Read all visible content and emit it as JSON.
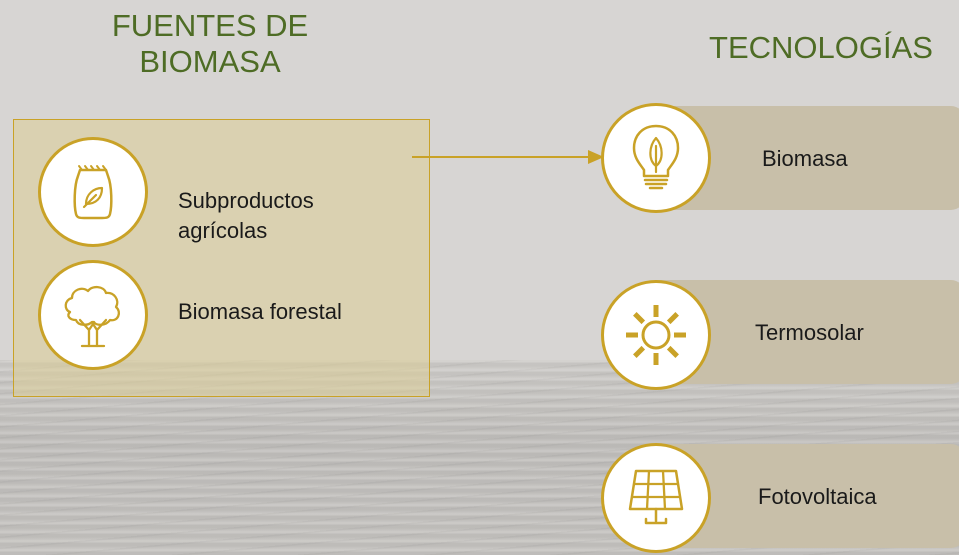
{
  "headings": {
    "sources": "FUENTES DE BIOMASA",
    "technologies": "TECNOLOGÍAS"
  },
  "sources": [
    {
      "label": "Subproductos agrícolas",
      "icon": "seed-bag-icon"
    },
    {
      "label": "Biomasa forestal",
      "icon": "tree-icon"
    }
  ],
  "technologies": [
    {
      "label": "Biomasa",
      "icon": "lightbulb-leaf-icon"
    },
    {
      "label": "Termosolar",
      "icon": "sun-icon"
    },
    {
      "label": "Fotovoltaica",
      "icon": "solar-panel-icon"
    }
  ],
  "colors": {
    "heading": "#4e6c25",
    "accent": "#c9a227",
    "source_box": "#dccd96",
    "tech_bar": "#c8bfa9"
  }
}
